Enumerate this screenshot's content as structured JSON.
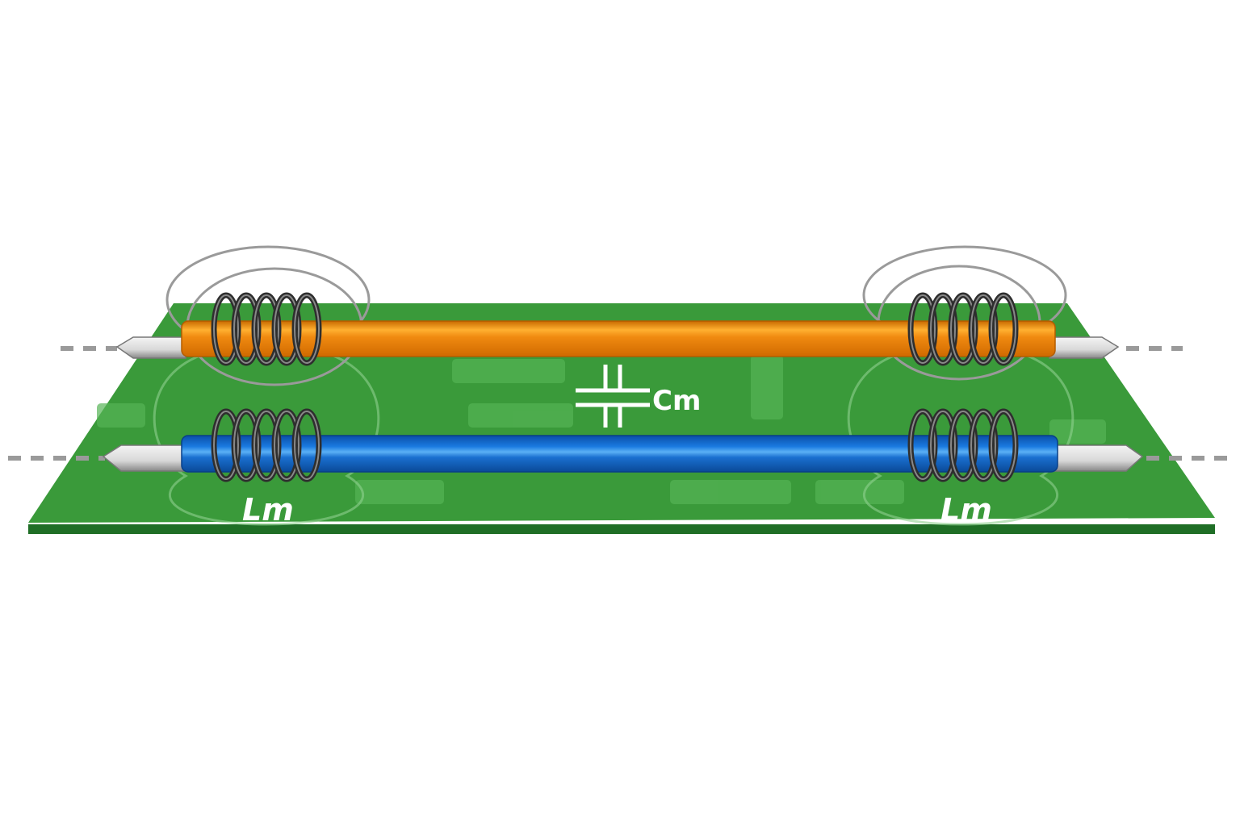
{
  "labels": {
    "mutual_capacitance": "Cm",
    "mutual_inductance_left": "Lm",
    "mutual_inductance_right": "Lm"
  },
  "colors": {
    "board": "#3a9a3a",
    "board_edge": "#217a2a",
    "aggressor_trace": "#f08a10",
    "victim_trace": "#1a6fd0",
    "coil": "#333333",
    "field_lines": "#9a9a9a"
  }
}
